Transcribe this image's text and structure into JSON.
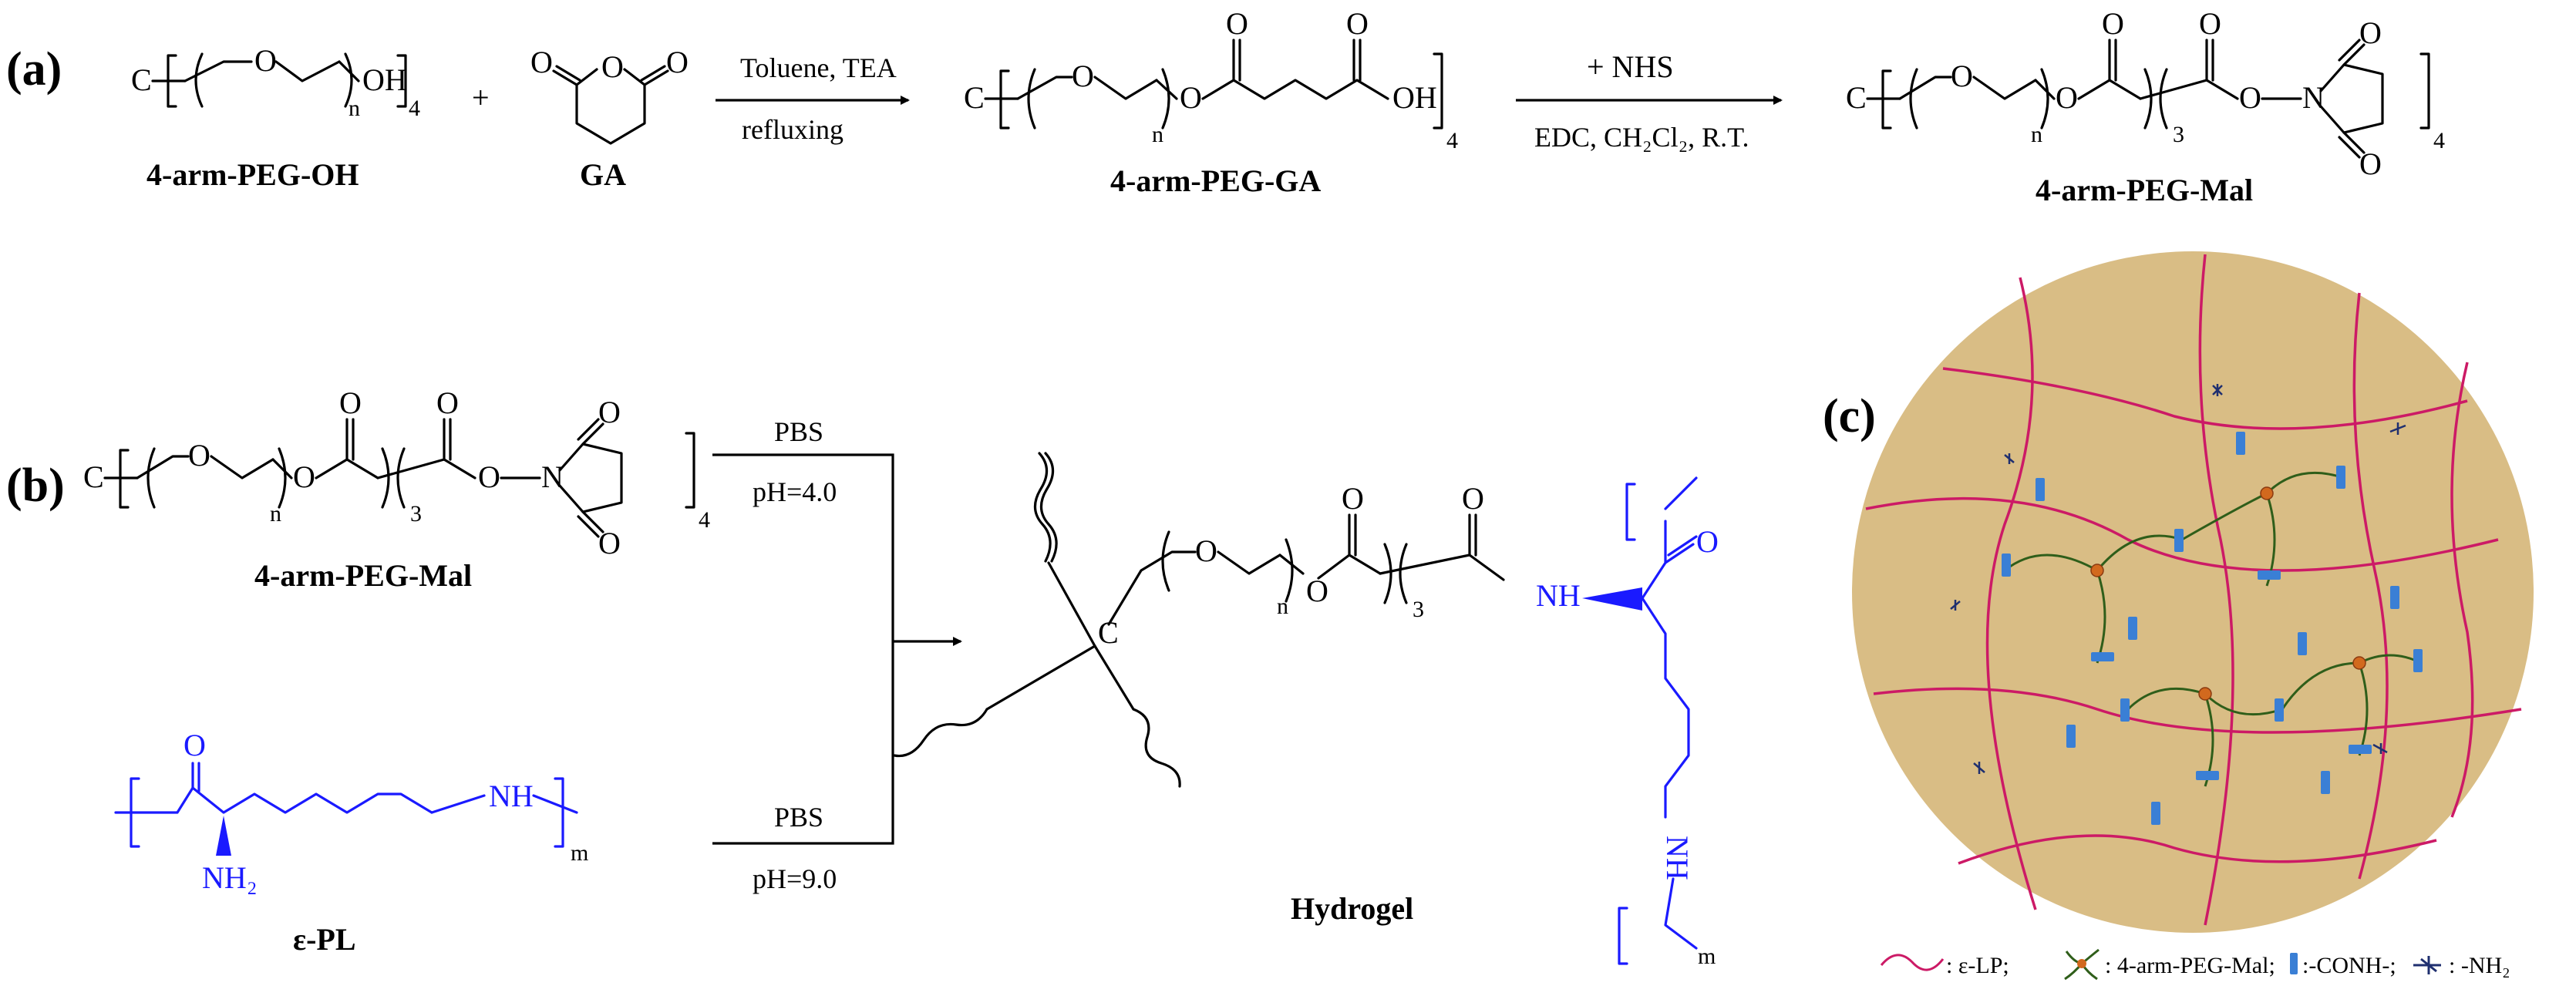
{
  "panel_a": {
    "tag": "(a)",
    "atom_c": "C",
    "atom_o": "O",
    "oh": "OH",
    "sub_n": "n",
    "sub_4": "4",
    "sub_3": "3",
    "atom_n": "N",
    "plus": "+",
    "reactant1_name": "4-arm-PEG-OH",
    "reactant2_name": "GA",
    "step1_cond_top": "Toluene, TEA",
    "step1_cond_bottom": "refluxing",
    "product1_name": "4-arm-PEG-GA",
    "step2_cond_top": "+ NHS",
    "step2_cond_bottom": "EDC,  CH₂Cl₂,  R.T.",
    "product2_name": "4-arm-PEG-Mal"
  },
  "panel_b": {
    "tag": "(b)",
    "reactant1_name": "4-arm-PEG-Mal",
    "reactant2_name": "ε-PL",
    "cond1_top": "PBS",
    "cond1_bottom": "pH=4.0",
    "cond2_top": "PBS",
    "cond2_bottom": "pH=9.0",
    "product_name": "Hydrogel",
    "atom_c": "C",
    "atom_o": "O",
    "atom_n": "N",
    "nh": "NH",
    "nh2": "NH₂",
    "sub_n": "n",
    "sub_3": "3",
    "sub_4": "4",
    "sub_m": "m"
  },
  "panel_c": {
    "tag": "(c)",
    "legend": [
      {
        "label": ": ε-LP;",
        "icon": "wavy-line-icon"
      },
      {
        "label": ": 4-arm-PEG-Mal;",
        "icon": "four-arm-node-icon"
      },
      {
        "label": ":-CONH-;",
        "icon": "amide-bar-icon"
      },
      {
        "label": ": -NH₂",
        "icon": "amine-star-icon"
      }
    ],
    "colors": {
      "disc_fill": "#d9bd85",
      "lp_line": "#cc1a66",
      "peg_line": "#2f5e1a",
      "node": "#d2691e",
      "amide": "#3a7fd5",
      "amine": "#1f2f6f"
    }
  }
}
